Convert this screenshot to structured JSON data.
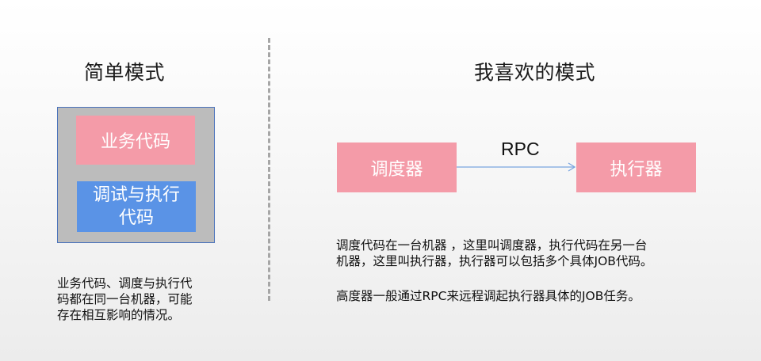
{
  "left_panel": {
    "title": "简单模式",
    "business_box": "业务代码",
    "scheduler_box_line1": "调试与执行",
    "scheduler_box_line2": "代码",
    "description_lines": [
      "业务代码、调度与执行代",
      "码都在同一台机器，可能",
      "存在相互影响的情况。"
    ]
  },
  "right_panel": {
    "title": "我喜欢的模式",
    "scheduler_box": "调度器",
    "executor_box": "执行器",
    "arrow_label": "RPC",
    "paragraph1_lines": [
      "调度代码在一台机器 ，这里叫调度器，执行代码在另一台",
      "机器，这里叫执行器，执行器可以包括多个具体JOB代码。"
    ],
    "paragraph2": "高度器一般通过RPC来远程调起执行器具体的JOB任务。"
  },
  "colors": {
    "pink": "#f49ba8",
    "blue": "#5a93e6",
    "gray_container": "#bcbcbc",
    "container_border": "#4a72bb",
    "arrow": "#7aa6e0",
    "divider": "#a6a6a6"
  }
}
